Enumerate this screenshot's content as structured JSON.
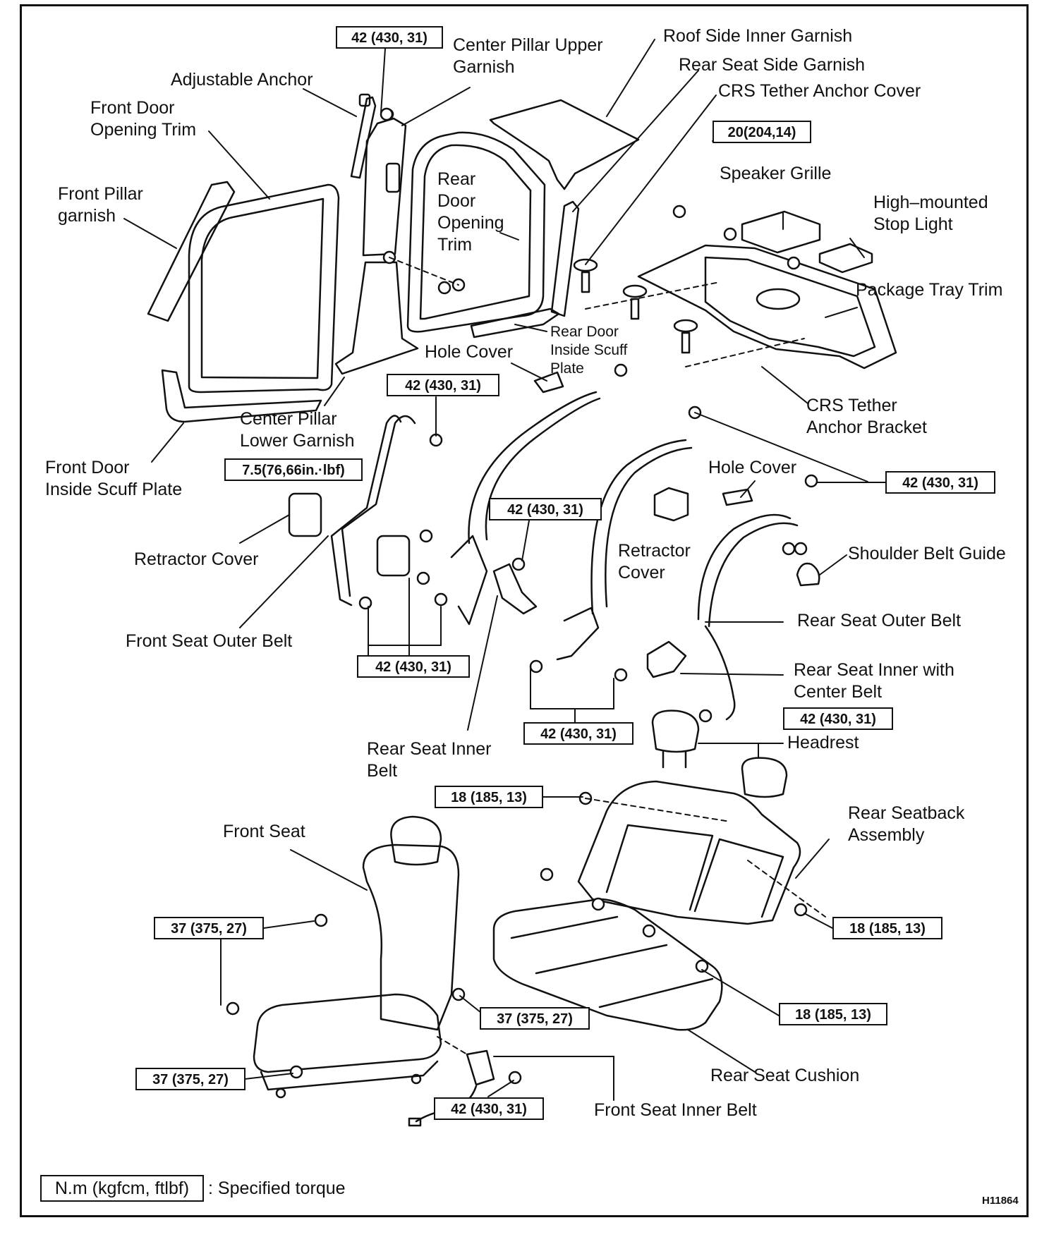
{
  "legend": {
    "box_text": "N.m (kgfcm, ftlbf)",
    "text": ": Specified torque"
  },
  "figure_id": "H11864",
  "labels": {
    "center_pillar_upper_garnish": "Center Pillar Upper\nGarnish",
    "roof_side_inner_garnish": "Roof Side Inner Garnish",
    "rear_seat_side_garnish": "Rear Seat Side Garnish",
    "crs_tether_anchor_cover": "CRS Tether Anchor Cover",
    "adjustable_anchor": "Adjustable Anchor",
    "front_door_opening_trim": "Front Door\nOpening Trim",
    "front_pillar_garnish": "Front Pillar\ngarnish",
    "rear_door_opening_trim": "Rear\nDoor\nOpening\nTrim",
    "speaker_grille": "Speaker Grille",
    "high_mounted_stop_light": "High–mounted\nStop Light",
    "package_tray_trim": "Package Tray Trim",
    "rear_door_inside_scuff_plate": "Rear Door\nInside Scuff\nPlate",
    "hole_cover_1": "Hole Cover",
    "crs_tether_anchor_bracket": "CRS Tether\nAnchor Bracket",
    "center_pillar_lower_garnish": "Center Pillar\nLower Garnish",
    "front_door_inside_scuff_plate": "Front Door\nInside Scuff Plate",
    "hole_cover_2": "Hole Cover",
    "retractor_cover_1": "Retractor Cover",
    "retractor_cover_2": "Retractor\nCover",
    "shoulder_belt_guide": "Shoulder Belt Guide",
    "front_seat_outer_belt": "Front Seat Outer Belt",
    "rear_seat_outer_belt": "Rear Seat Outer Belt",
    "rear_seat_inner_center_belt": "Rear  Seat  Inner  with\nCenter Belt",
    "rear_seat_inner_belt": "Rear Seat Inner\nBelt",
    "headrest": "Headrest",
    "rear_seatback_assembly": "Rear Seatback\nAssembly",
    "front_seat": "Front Seat",
    "rear_seat_cushion": "Rear Seat Cushion",
    "front_seat_inner_belt": "Front Seat Inner Belt"
  },
  "torques": {
    "t_adj_anchor": "42 (430, 31)",
    "t_crs_anchor": "20(204,14)",
    "t_center_pillar_bolt": "42 (430, 31)",
    "t_retractor_front": "7.5(76,66in.·lbf)",
    "t_rear_right": "42 (430, 31)",
    "t_rear_outer_mid": "42 (430, 31)",
    "t_front_outer_low": "42 (430, 31)",
    "t_rear_lower": "42 (430, 31)",
    "t_rear_right_low": "42 (430, 31)",
    "t_seatback_top": "18 (185, 13)",
    "t_seatback_right": "18 (185, 13)",
    "t_cushion": "18 (185, 13)",
    "t_front_seat_upper": "37 (375, 27)",
    "t_front_seat_mid": "37 (375, 27)",
    "t_front_seat_low": "37 (375, 27)",
    "t_front_inner_belt": "42 (430, 31)"
  }
}
